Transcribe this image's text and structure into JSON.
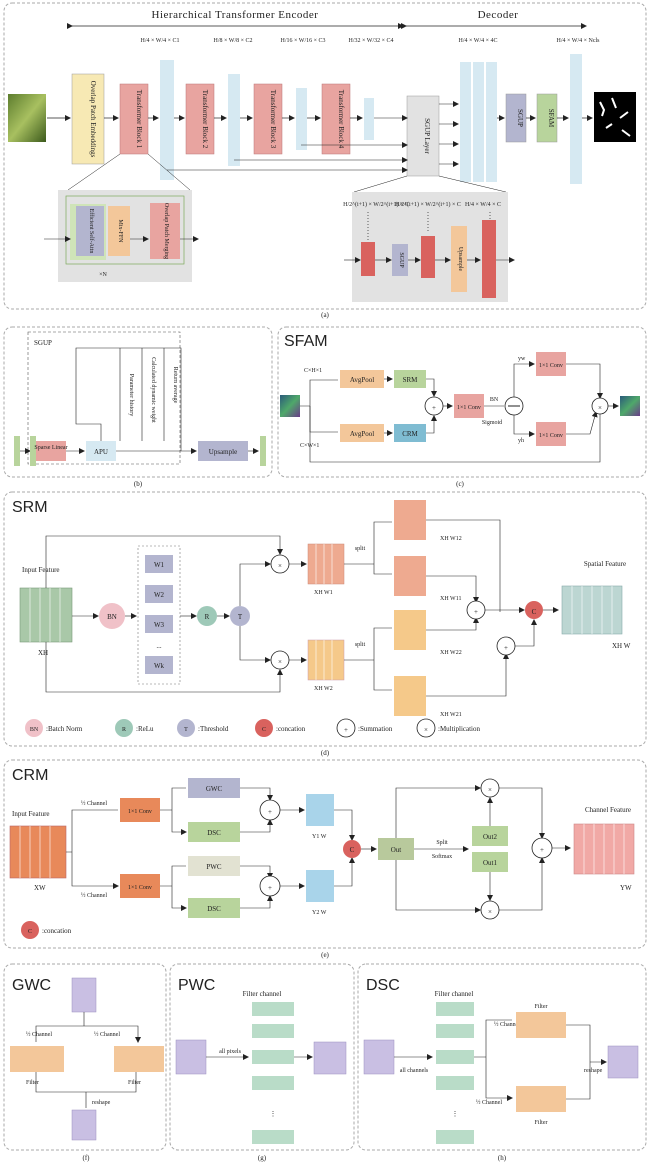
{
  "panel_a": {
    "encoder_title": "Hierarchical Transformer Encoder",
    "decoder_title": "Decoder",
    "dims": [
      "H/4 × W/4 × C1",
      "H/8 × W/8 × C2",
      "H/16 × W/16 × C3",
      "H/32 × W/32 × C4",
      "H/4 × W/4 × 4C",
      "H/4 × W/4 × Ncls"
    ],
    "overlap_patch": "Overlap Patch Embeddings",
    "blocks": [
      "Transformer Block 1",
      "Transformer Block 2",
      "Transformer Block 3",
      "Transformer Block 4"
    ],
    "sgup_layer": "SGUP Layer",
    "sgup": "SGUP",
    "sfam": "SFAM",
    "efficient": "Efficient Self-Attn",
    "mixffn": "Mix-FFN",
    "merging": "Overlap Patch Merging",
    "xn": "×N",
    "sgup_dims": [
      "H/2^(i+1) × W/2^(i+1) × C",
      "H/2^(i+1) × W/2^(i+1) × C",
      "H/4 × W/4 × C"
    ],
    "upsample": "Upsample",
    "caption": "(a)"
  },
  "panel_b": {
    "title": "SGUP",
    "sparse": "Sparse Linear",
    "apu": "APU",
    "param": "Parameter history",
    "calc": "Calculated dynamic weight",
    "ret": "Return average",
    "upsample": "Upsample",
    "caption": "(b)"
  },
  "panel_c": {
    "title": "SFAM",
    "c_h_1": "C×H×1",
    "c_w_1": "C×W×1",
    "avgpool": "AvgPool",
    "srm": "SRM",
    "crm": "CRM",
    "conv": "1×1 Conv",
    "bn": "BN",
    "sigmoid": "Sigmoid",
    "yw": "yw",
    "yh": "yh",
    "caption": "(c)"
  },
  "panel_d": {
    "title": "SRM",
    "input": "Input Feature",
    "xh": "XH",
    "bn": "BN",
    "weights": [
      "W1",
      "W2",
      "W3",
      "...",
      "Wk"
    ],
    "r": "R",
    "t": "T",
    "xhw1": "XH W1",
    "xhw2": "XH W2",
    "split": "split",
    "xhw12": "XH W12",
    "xhw11": "XH W11",
    "xhw22": "XH W22",
    "xhw21": "XH W21",
    "c": "C",
    "spatial": "Spatial Feature",
    "xhw": "XH W",
    "legend": [
      ":Batch Norm",
      ":ReLu",
      ":Threshold",
      ":concation",
      ":Summation",
      ":Multiplication"
    ],
    "caption": "(d)"
  },
  "panel_e": {
    "title": "CRM",
    "input": "Input Feature",
    "half": "½ Channel",
    "conv": "1×1 Conv",
    "gwc": "GWC",
    "dsc": "DSC",
    "pwc": "PWC",
    "y1w": "Y1 W",
    "y2w": "Y2 W",
    "c": "C",
    "out": "Out",
    "split": "Split",
    "softmax": "Softmax",
    "out2": "Out2",
    "out1": "Out1",
    "channel": "Channel Feature",
    "xw": "XW",
    "yw": "YW",
    "legend": ":concation",
    "caption": "(e)"
  },
  "panel_f": {
    "title": "GWC",
    "half": "½ Channel",
    "filter": "Filter",
    "reshape": "reshape",
    "caption": "(f)"
  },
  "panel_g": {
    "title": "PWC",
    "filter_channel": "Filter channel",
    "all_pixels": "all pixels",
    "dots": "⋮",
    "caption": "(g)"
  },
  "panel_h": {
    "title": "DSC",
    "filter_channel": "Filter channel",
    "all_channels": "all channels",
    "half": "½ Channel",
    "filter": "Filter",
    "reshape": "reshape",
    "dots": "⋮",
    "caption": "(h)"
  },
  "colors": {
    "pink_block": "#e8a4a0",
    "lightblue": "#d6e9f2",
    "green": "#b8d49c",
    "orange": "#f3c79a",
    "lavender": "#c9c4e3",
    "gray_panel": "#e2e2e2"
  }
}
